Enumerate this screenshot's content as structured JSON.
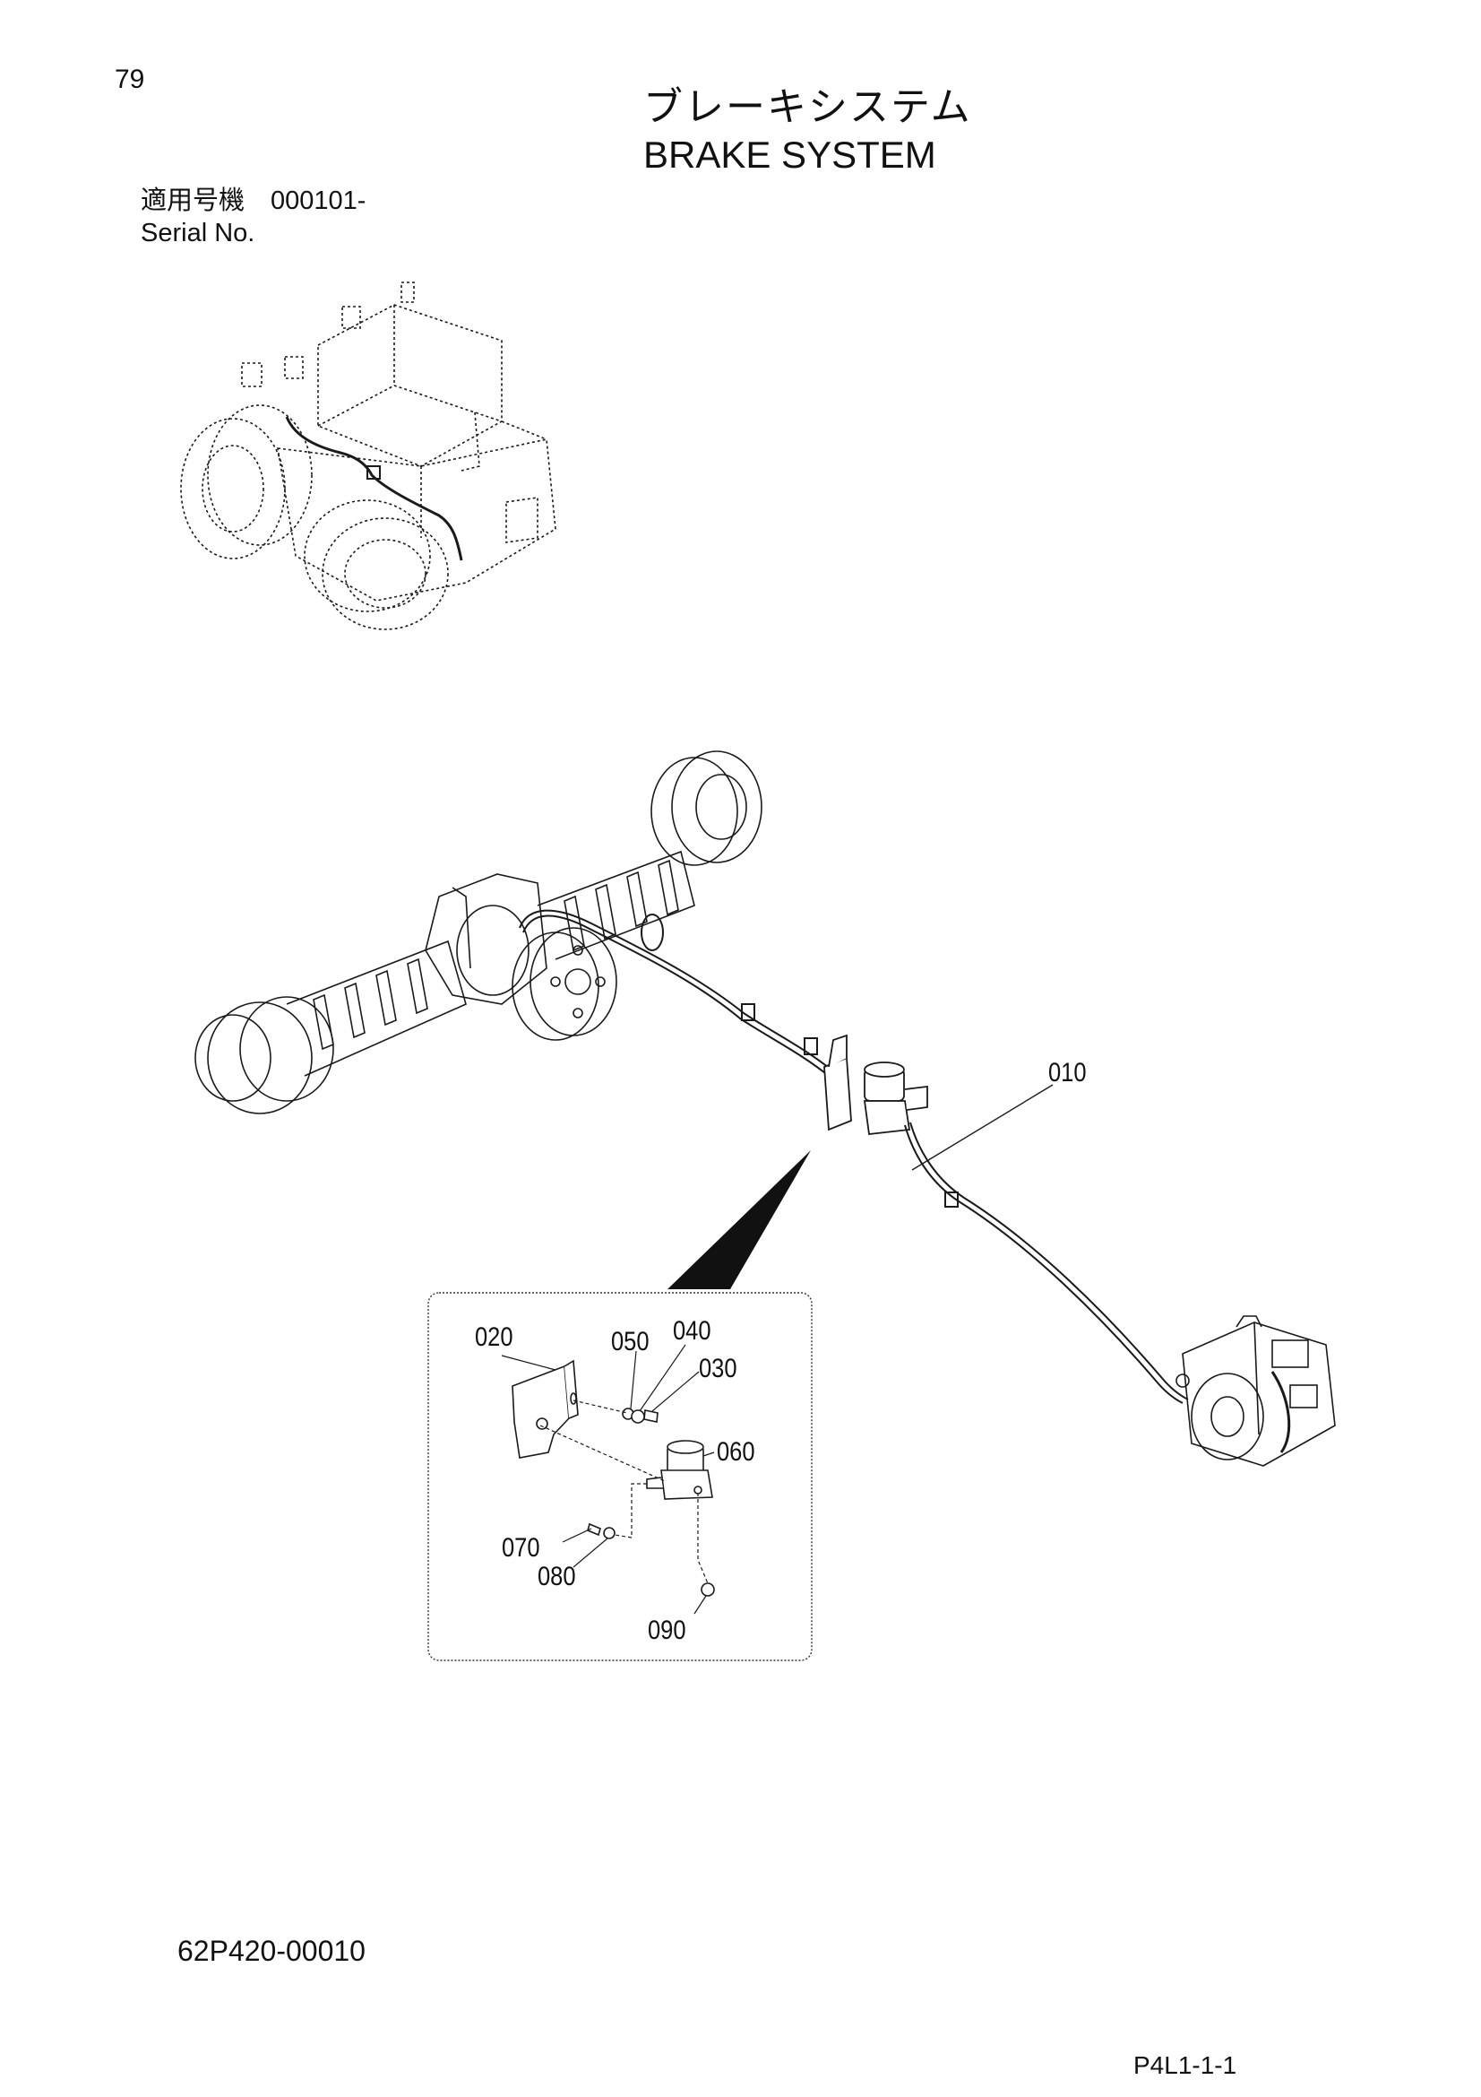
{
  "header": {
    "page_number": "79",
    "title_jp": "ブレーキシステム",
    "title_en": "BRAKE SYSTEM",
    "serial_label_jp": "適用号機　000101-",
    "serial_label_en": "Serial No."
  },
  "callouts": {
    "p010": "010",
    "p020": "020",
    "p030": "030",
    "p040": "040",
    "p050": "050",
    "p060": "060",
    "p070": "070",
    "p080": "080",
    "p090": "090"
  },
  "footer": {
    "document_code": "62P420-00010",
    "page_code": "P4L1-1-1"
  },
  "colors": {
    "line": "#1a1a1a",
    "shade": "#dcdcdc"
  }
}
